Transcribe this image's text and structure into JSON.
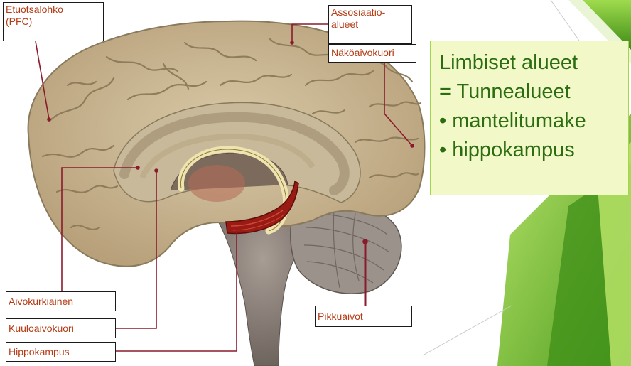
{
  "labels": {
    "etuotsalohko": {
      "line1": "Etuotsalohko",
      "line2": "(PFC)"
    },
    "assosiaatio": {
      "line1": "Assosiaatio-",
      "line2": "alueet"
    },
    "nakoaivokuori": "Näköaivokuori",
    "aivokurkiainen": "Aivokurkiainen",
    "kuuloaivokuori": "Kuuloaivokuori",
    "hippokampus": "Hippokampus",
    "pikkuaivot": "Pikkuaivot"
  },
  "infobox": {
    "line1": "Limbiset alueet",
    "line2": "= Tunnealueet",
    "bullets": [
      "• mantelitumake",
      "• hippokampus"
    ]
  },
  "colors": {
    "label_text": "#b43c14",
    "leader_line": "#8b1a2c",
    "infobox_text": "#2b6d10",
    "infobox_bg": "#f3f8c9",
    "hippocampus": "#9a1a14",
    "green_accent": "#8fcf3a"
  }
}
